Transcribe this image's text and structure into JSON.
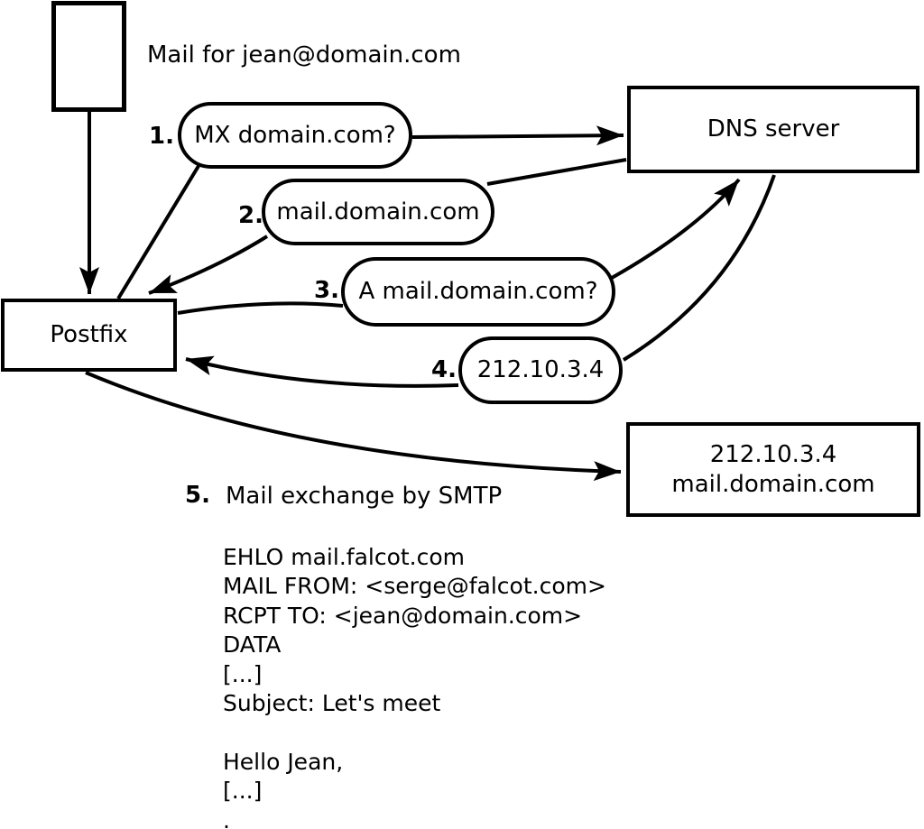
{
  "note": "Mail for jean@domain.com",
  "nodes": {
    "postfix": "Postfix",
    "dns": "DNS server",
    "mail_server_line1": "212.10.3.4",
    "mail_server_line2": "mail.domain.com"
  },
  "steps": [
    {
      "num": "1.",
      "label": "MX domain.com?"
    },
    {
      "num": "2.",
      "label": "mail.domain.com"
    },
    {
      "num": "3.",
      "label": "A mail.domain.com?"
    },
    {
      "num": "4.",
      "label": "212.10.3.4"
    },
    {
      "num": "5.",
      "label": "Mail exchange by SMTP"
    }
  ],
  "smtp_session": [
    "EHLO mail.falcot.com",
    "MAIL FROM: <serge@falcot.com>",
    "RCPT TO: <jean@domain.com>",
    "DATA",
    "[...]",
    "Subject: Let's meet",
    "",
    "Hello Jean,",
    "[...]",
    "."
  ],
  "colors": {
    "ink": "#000000",
    "background": "#ffffff"
  }
}
